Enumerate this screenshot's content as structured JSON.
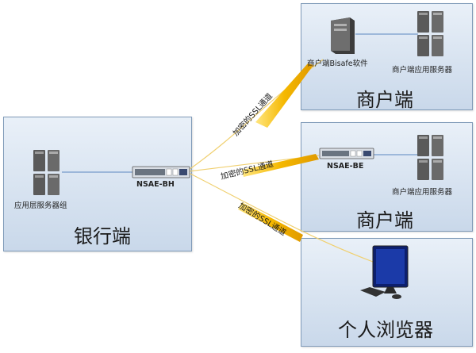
{
  "bank": {
    "title": "银行端",
    "server_group_label": "应用层服务器组",
    "gateway_label": "NSAE-BH"
  },
  "merchant1": {
    "title": "商户端",
    "software_label": "商户端Bisafe软件",
    "server_label": "商户端应用服务器"
  },
  "merchant2": {
    "title": "商户端",
    "gateway_label": "NSAE-BE",
    "server_label": "商户端应用服务器"
  },
  "browser": {
    "title": "个人浏览器"
  },
  "tunnels": {
    "label1": "加密的SSL通道",
    "label2": "加密的SSL通道",
    "label3": "加密的SSL通道"
  },
  "colors": {
    "panel_top": "#e9f0f8",
    "panel_bottom": "#c9d8ea",
    "panel_border": "#7f9ab8",
    "tunnel_yellow": "#f5b800",
    "link_line": "#5a86c0"
  }
}
